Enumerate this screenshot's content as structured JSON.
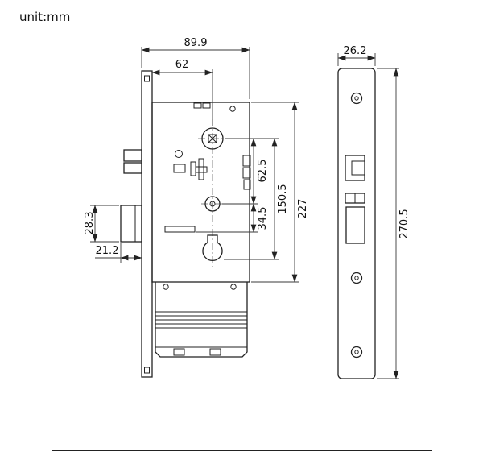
{
  "header": {
    "unit_label": "unit:mm"
  },
  "drawing": {
    "dims": {
      "total_depth": "89.9",
      "backset": "62",
      "faceplate_width": "26.2",
      "follower_to_cylinder": "62.5",
      "follower_to_cam": "150.5",
      "case_height": "227",
      "cylinder_to_slot": "34.5",
      "deadbolt_height": "28.3",
      "deadbolt_throw": "21.2",
      "faceplate_height": "270.5"
    }
  }
}
